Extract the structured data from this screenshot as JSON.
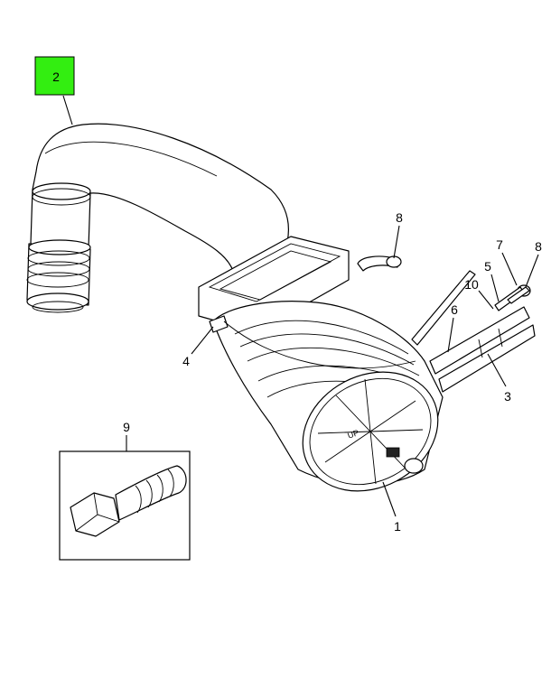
{
  "callouts": [
    {
      "id": "2",
      "text": "2",
      "highlighted": true
    },
    {
      "id": "8a",
      "text": "8"
    },
    {
      "id": "7",
      "text": "7"
    },
    {
      "id": "8b",
      "text": "8"
    },
    {
      "id": "5",
      "text": "5"
    },
    {
      "id": "10",
      "text": "10"
    },
    {
      "id": "6",
      "text": "6"
    },
    {
      "id": "4",
      "text": "4"
    },
    {
      "id": "3",
      "text": "3"
    },
    {
      "id": "9",
      "text": "9"
    },
    {
      "id": "1",
      "text": "1"
    }
  ],
  "colors": {
    "highlight": "#33ee11",
    "line": "#000000",
    "background": "#ffffff"
  },
  "cover_marking": "UP"
}
